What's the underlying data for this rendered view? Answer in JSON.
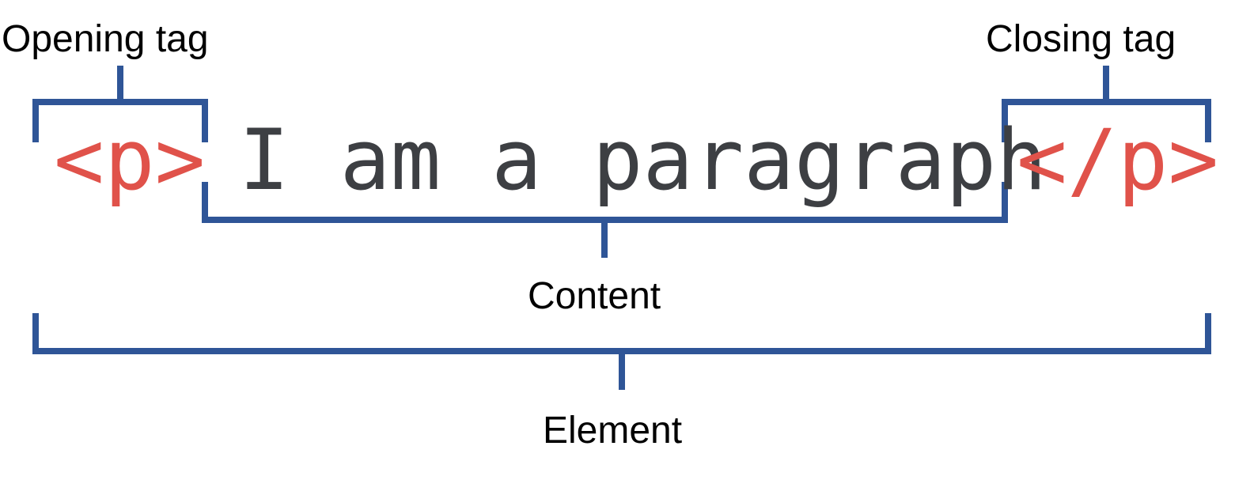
{
  "labels": {
    "opening_tag": "Opening tag",
    "closing_tag": "Closing tag",
    "content": "Content",
    "element": "Element"
  },
  "code": {
    "opening": "<p>",
    "content": "I am a paragraph",
    "closing": "</p>"
  },
  "colors": {
    "tag": "#e0524a",
    "content_text": "#3d3f43",
    "bracket": "#2f5597",
    "label_text": "#000000"
  }
}
